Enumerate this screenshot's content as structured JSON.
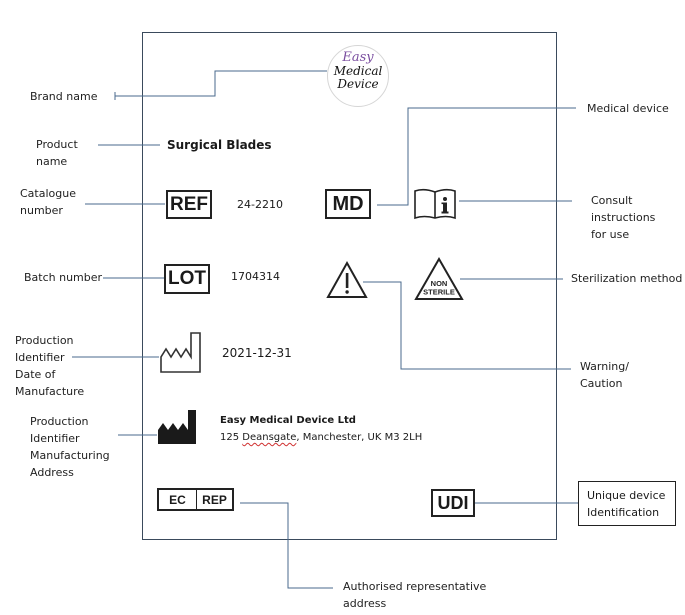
{
  "brand": {
    "logo_lines": [
      "Easy",
      "Medical",
      "Device"
    ],
    "logo_color_accent": "#7b4fa0"
  },
  "product": {
    "name": "Surgical Blades"
  },
  "symbols": {
    "ref": {
      "text": "REF",
      "value": "24-2210"
    },
    "lot": {
      "text": "LOT",
      "value": "1704314"
    },
    "md": {
      "text": "MD"
    },
    "non_sterile": {
      "line1": "NON",
      "line2": "STERILE"
    },
    "date_of_manufacture": {
      "value": "2021-12-31"
    },
    "manufacturer": {
      "name": "Easy Medical Device Ltd",
      "address_prefix": "125 ",
      "address_misspelled": "Deansgate",
      "address_suffix": ", Manchester, UK M3 2LH"
    },
    "ec_rep": {
      "left": "EC",
      "right": "REP"
    },
    "udi": {
      "text": "UDI"
    }
  },
  "labels": {
    "brand_name": [
      "Brand name"
    ],
    "product_name": [
      "Product",
      "name"
    ],
    "catalogue_number": [
      "Catalogue",
      "number"
    ],
    "batch_number": [
      "Batch number"
    ],
    "date_of_manufacture": [
      "Production",
      "Identifier",
      "Date of",
      "Manufacture"
    ],
    "manufacturing_address": [
      "Production",
      "Identifier",
      "Manufacturing",
      "Address"
    ],
    "medical_device": [
      "Medical device"
    ],
    "consult_instructions": [
      "Consult",
      "instructions",
      "for use"
    ],
    "sterilization_method": [
      "Sterilization method"
    ],
    "warning": [
      "Warning/",
      "Caution"
    ],
    "udi": [
      "Unique device",
      "Identification"
    ],
    "authorised_rep": [
      "Authorised representative",
      "address"
    ]
  },
  "colors": {
    "connector": "#4a6a8c",
    "box_border": "#3a4a5c",
    "symbol": "#222222"
  }
}
